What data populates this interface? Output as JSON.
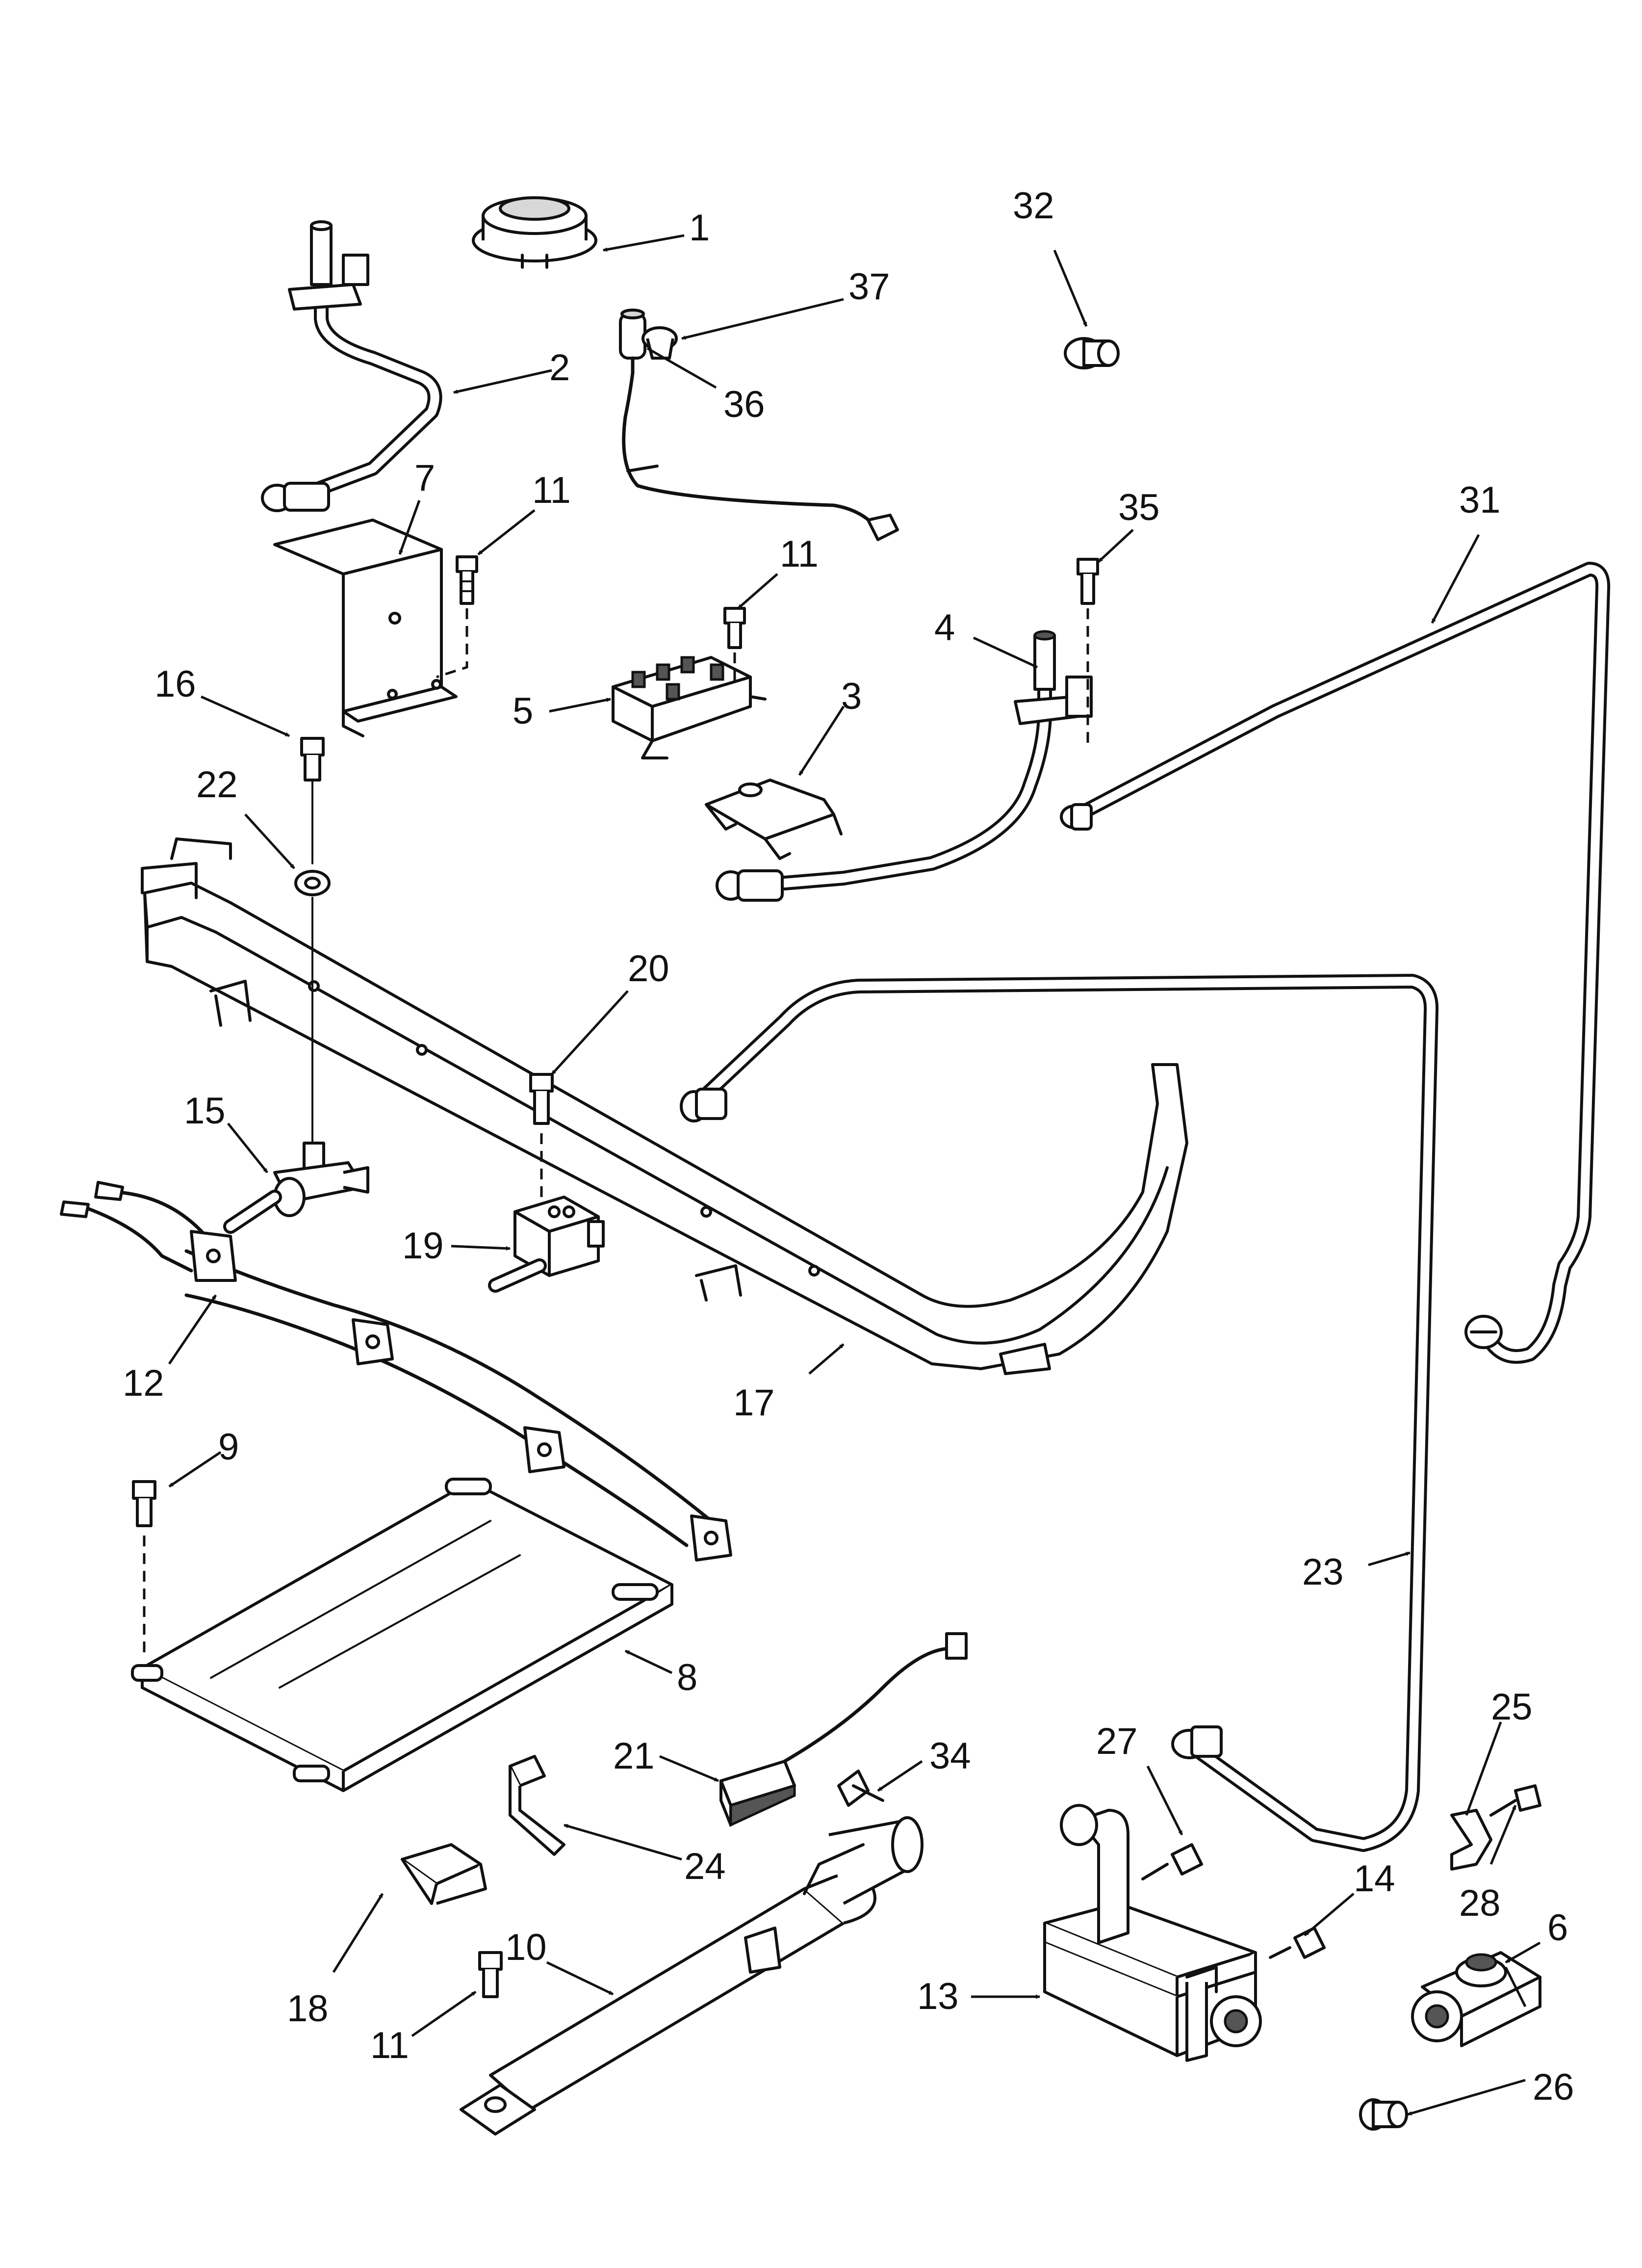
{
  "callouts": [
    {
      "id": "1",
      "label": "1"
    },
    {
      "id": "2",
      "label": "2"
    },
    {
      "id": "3",
      "label": "3"
    },
    {
      "id": "4",
      "label": "4"
    },
    {
      "id": "5",
      "label": "5"
    },
    {
      "id": "6",
      "label": "6"
    },
    {
      "id": "7",
      "label": "7"
    },
    {
      "id": "8",
      "label": "8"
    },
    {
      "id": "9",
      "label": "9"
    },
    {
      "id": "10",
      "label": "10"
    },
    {
      "id": "11a",
      "label": "11"
    },
    {
      "id": "11b",
      "label": "11"
    },
    {
      "id": "11c",
      "label": "11"
    },
    {
      "id": "12",
      "label": "12"
    },
    {
      "id": "13",
      "label": "13"
    },
    {
      "id": "14",
      "label": "14"
    },
    {
      "id": "15",
      "label": "15"
    },
    {
      "id": "16",
      "label": "16"
    },
    {
      "id": "17",
      "label": "17"
    },
    {
      "id": "18",
      "label": "18"
    },
    {
      "id": "19",
      "label": "19"
    },
    {
      "id": "20",
      "label": "20"
    },
    {
      "id": "21",
      "label": "21"
    },
    {
      "id": "22",
      "label": "22"
    },
    {
      "id": "23",
      "label": "23"
    },
    {
      "id": "24",
      "label": "24"
    },
    {
      "id": "25",
      "label": "25"
    },
    {
      "id": "26",
      "label": "26"
    },
    {
      "id": "27",
      "label": "27"
    },
    {
      "id": "28",
      "label": "28"
    },
    {
      "id": "31",
      "label": "31"
    },
    {
      "id": "32",
      "label": "32"
    },
    {
      "id": "34",
      "label": "34"
    },
    {
      "id": "35",
      "label": "35"
    },
    {
      "id": "36",
      "label": "36"
    },
    {
      "id": "37",
      "label": "37"
    }
  ]
}
